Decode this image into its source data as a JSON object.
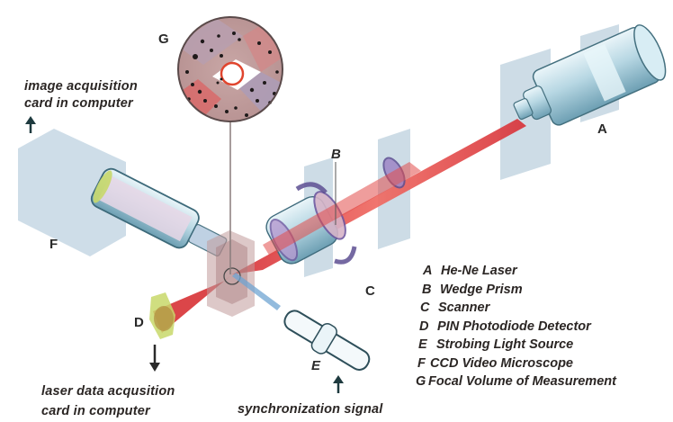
{
  "diagram": {
    "title": "",
    "parts": {
      "A": "A",
      "B": "B",
      "C": "C",
      "D": "D",
      "E": "E",
      "F": "F",
      "G": "G"
    },
    "captions": {
      "image_acquisition_line1": "image acquisition",
      "image_acquisition_line2": "card in computer",
      "laser_data_line1": "laser data acqusition",
      "laser_data_line2": "card in computer",
      "sync_signal": "synchronization signal"
    },
    "legend": [
      {
        "key": "A",
        "label": "He-Ne Laser"
      },
      {
        "key": "B",
        "label": "Wedge Prism"
      },
      {
        "key": "C",
        "label": "Scanner"
      },
      {
        "key": "D",
        "label": "PIN Photodiode Detector"
      },
      {
        "key": "E",
        "label": "Strobing Light Source"
      },
      {
        "key": "F",
        "label": "CCD Video Microscope"
      },
      {
        "key": "G",
        "label": "Focal Volume of Measurement"
      }
    ],
    "colors": {
      "laser_beam": "#e0453f",
      "panel": "#c6d6e2",
      "component_body": "#a9cbd8",
      "prism_ring": "#8a6bb0",
      "detector": "#c6d86a",
      "focal_cube": "#b98a8a",
      "text": "#2b2624"
    }
  }
}
